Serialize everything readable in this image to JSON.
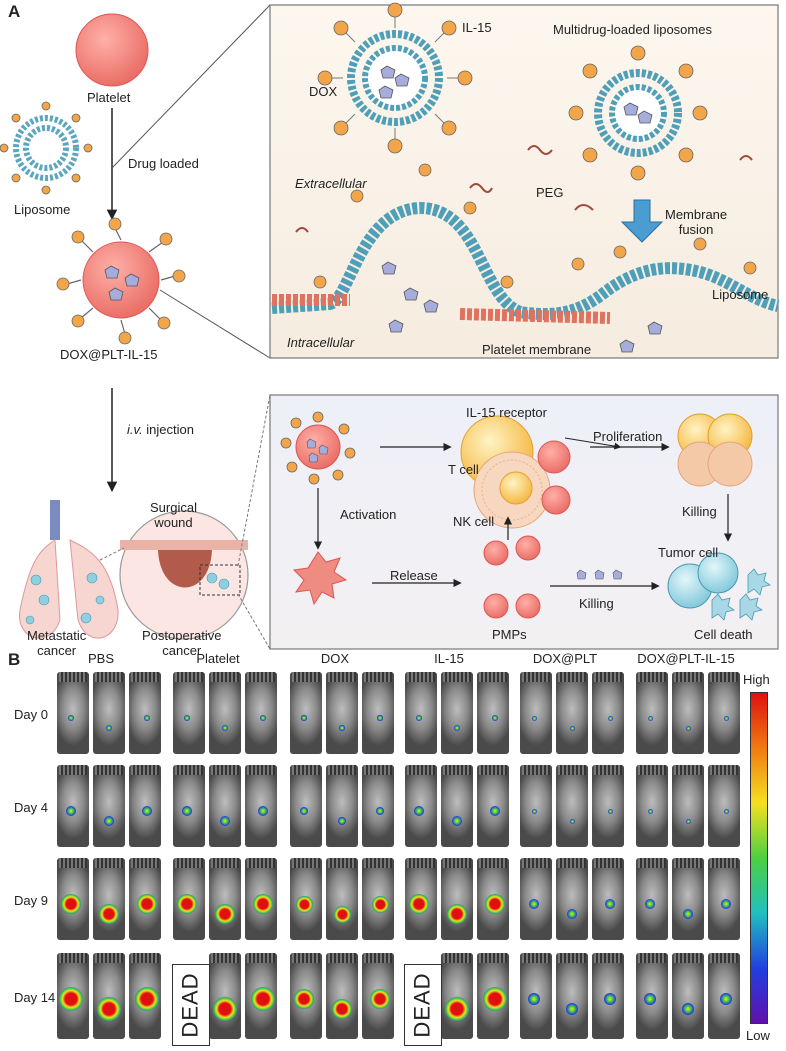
{
  "panel_a": {
    "label": "A",
    "left": {
      "platelet": "Platelet",
      "liposome": "Liposome",
      "drug_loaded": "Drug loaded",
      "product": "DOX@PLT-IL-15",
      "injection_italic": "i.v.",
      "injection_rest": " injection",
      "metastatic_1": "Metastatic",
      "metastatic_2": "cancer",
      "surgical_1": "Surgical",
      "surgical_2": "wound",
      "postop_1": "Postoperative",
      "postop_2": "cancer"
    },
    "top_box": {
      "il15": "IL-15",
      "dox": "DOX",
      "multidrug": "Multidrug-loaded liposomes",
      "extracellular": "Extracellular",
      "peg": "PEG",
      "membrane_fusion_1": "Membrane",
      "membrane_fusion_2": "fusion",
      "liposome": "Liposome",
      "intracellular": "Intracellular",
      "platelet_membrane": "Platelet membrane"
    },
    "bottom_box": {
      "il15_receptor": "IL-15 receptor",
      "proliferation": "Proliferation",
      "t_cell": "T cell",
      "nk_cell": "NK cell",
      "activation": "Activation",
      "killing_1": "Killing",
      "killing_2": "Killing",
      "tumor_cell": "Tumor cell",
      "release": "Release",
      "pmps": "PMPs",
      "cell_death": "Cell death"
    }
  },
  "panel_b": {
    "label": "B",
    "groups": [
      "PBS",
      "Platelet",
      "DOX",
      "IL-15",
      "DOX@PLT",
      "DOX@PLT-IL-15"
    ],
    "days": [
      "Day 0",
      "Day 4",
      "Day 9",
      "Day 14"
    ],
    "dead_label": "DEAD",
    "scale_high": "High",
    "scale_low": "Low"
  }
}
